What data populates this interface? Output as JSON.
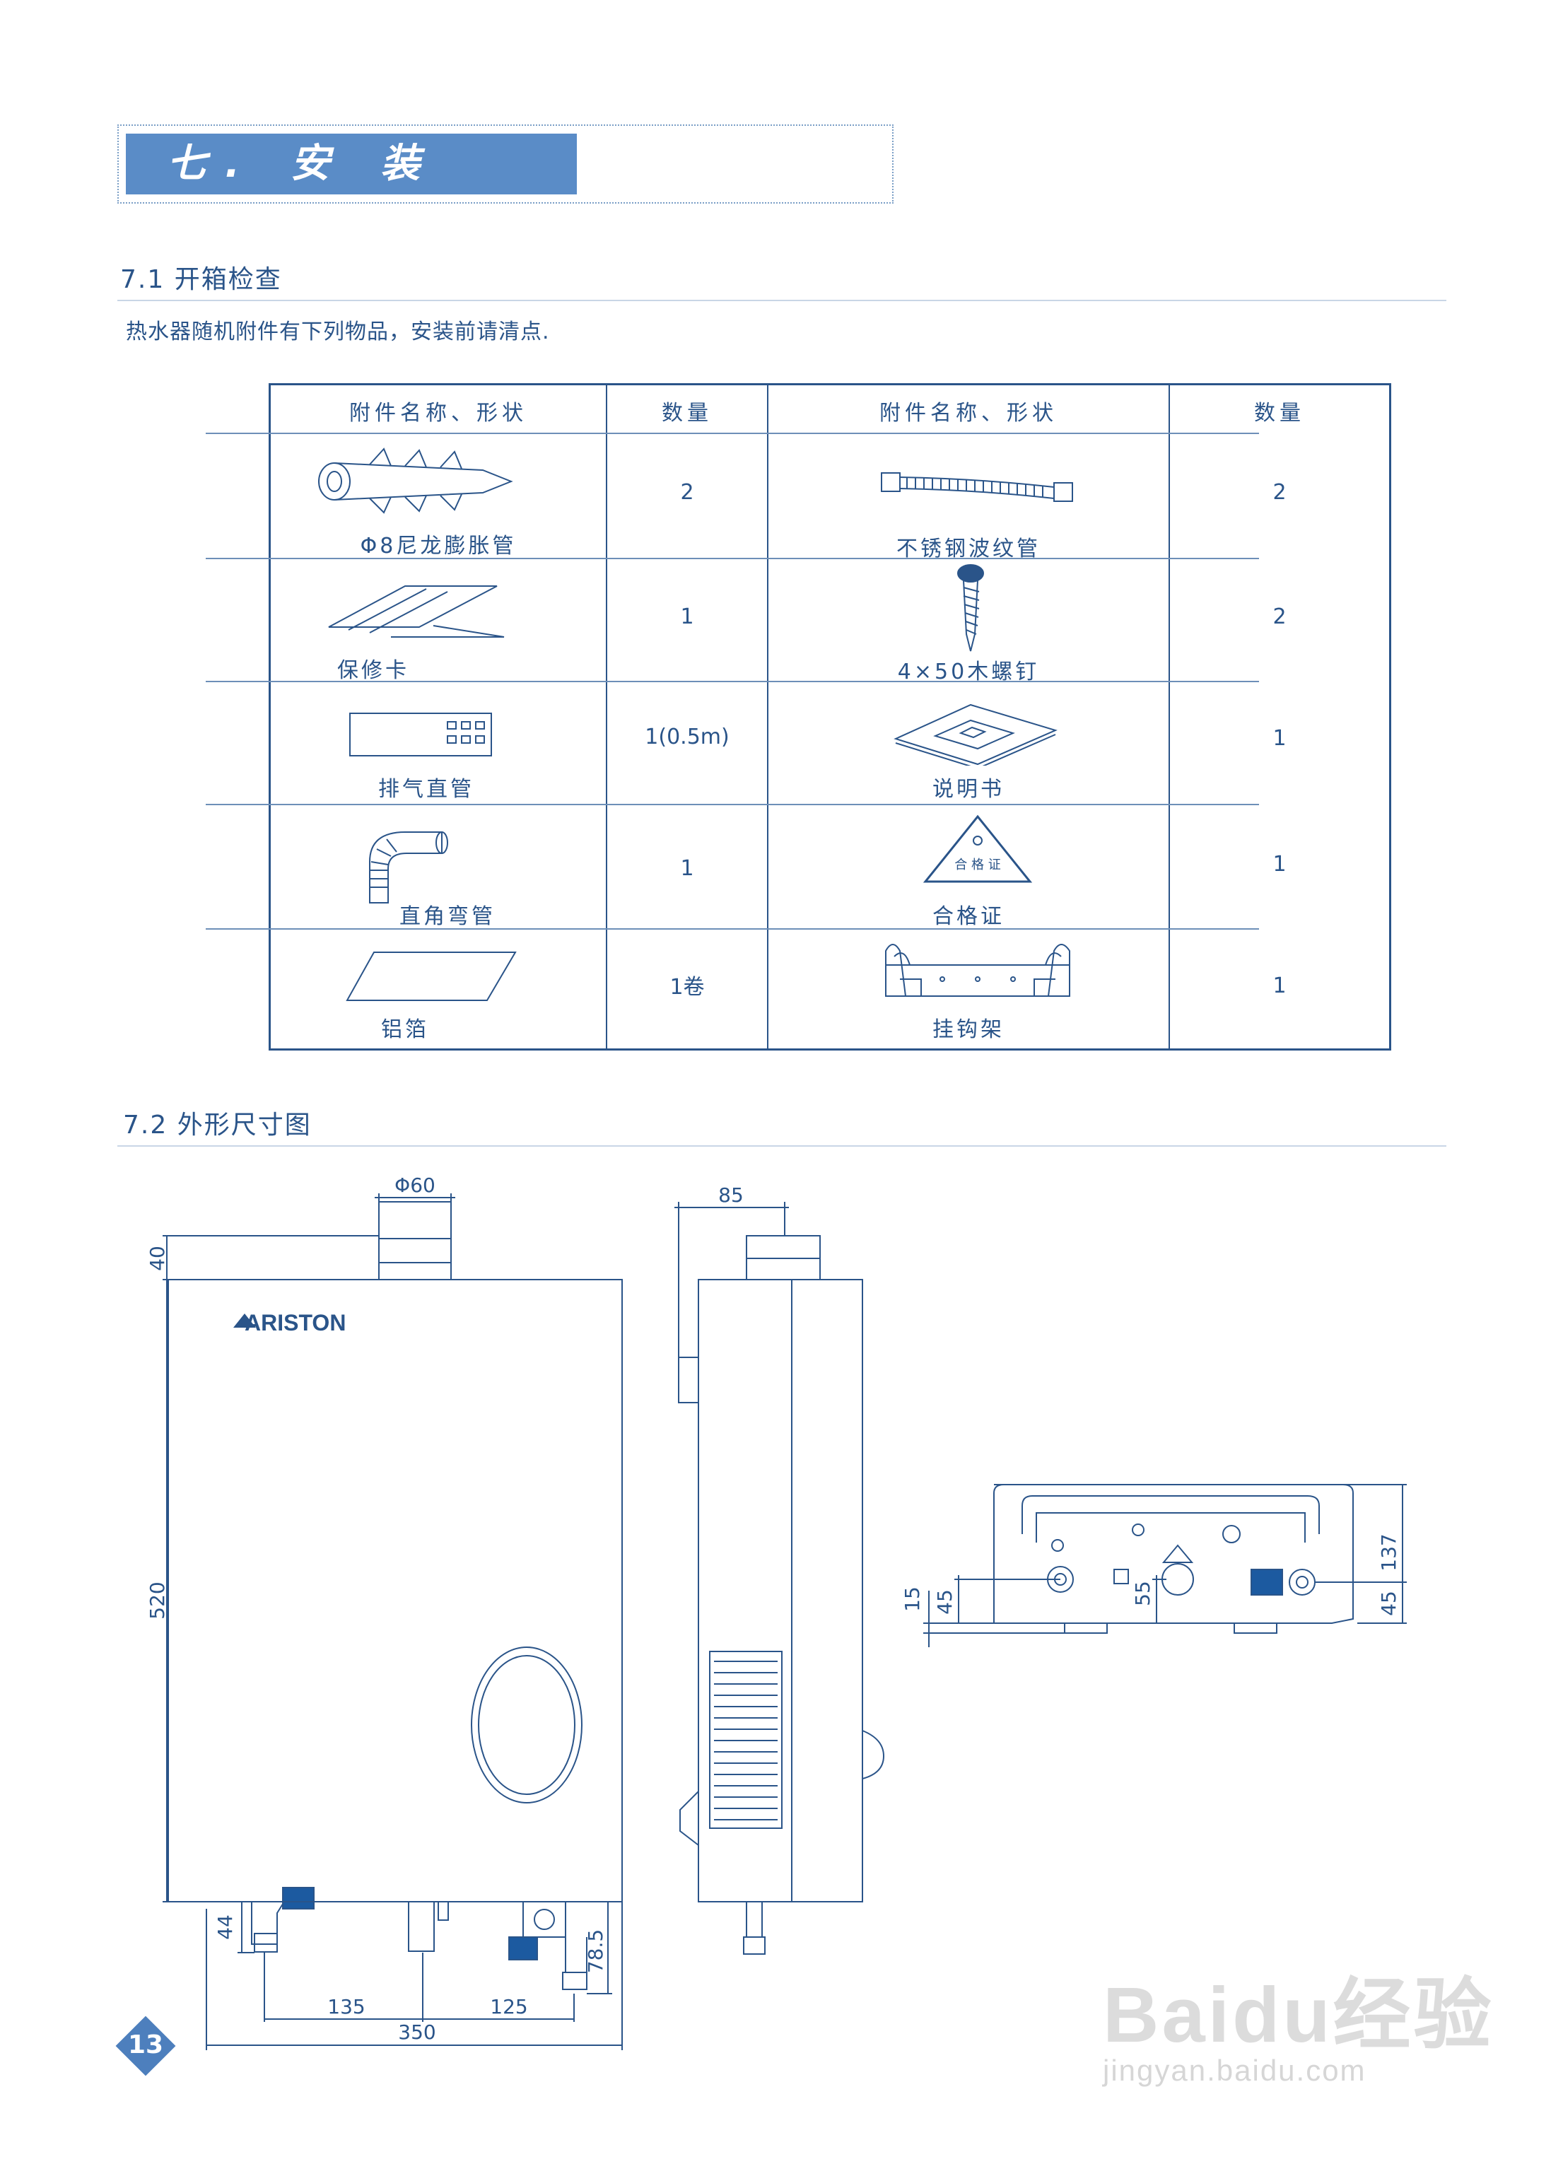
{
  "section": {
    "title": "七. 安 装"
  },
  "s71": {
    "title": "7.1 开箱检查",
    "intro": "热水器随机附件有下列物品，安装前请清点."
  },
  "table": {
    "headers": [
      "附件名称、形状",
      "数量",
      "附件名称、形状",
      "数量"
    ],
    "rows": [
      {
        "left_name": "Φ8尼龙膨胀管",
        "left_qty": "2",
        "right_name": "不锈钢波纹管",
        "right_qty": "2"
      },
      {
        "left_name": "保修卡",
        "left_qty": "1",
        "right_name": "4×50木螺钉",
        "right_qty": "2"
      },
      {
        "left_name": "排气直管",
        "left_qty": "1(0.5m)",
        "right_name": "说明书",
        "right_qty": "1"
      },
      {
        "left_name": "直角弯管",
        "left_qty": "1",
        "right_name": "合格证",
        "right_qty": "1"
      },
      {
        "left_name": "铝箔",
        "left_qty": "1卷",
        "right_name": "挂钩架",
        "right_qty": "1"
      }
    ],
    "cert_label": "合 格 证"
  },
  "s72": {
    "title": "7.2 外形尺寸图"
  },
  "drawing": {
    "brand": "ARISTON",
    "dims": {
      "flue_dia": "Φ60",
      "top_h": "40",
      "body_h": "520",
      "side_depth": "85",
      "pipe_h": "44",
      "valve_h": "78.5",
      "span1": "135",
      "span2": "125",
      "width": "350",
      "bottom_15": "15",
      "bottom_45a": "45",
      "bottom_55": "55",
      "bottom_45b": "45",
      "bottom_137": "137"
    }
  },
  "page_number": "13",
  "watermark": {
    "brand": "Baidu经验",
    "url": "jingyan.baidu.com"
  }
}
